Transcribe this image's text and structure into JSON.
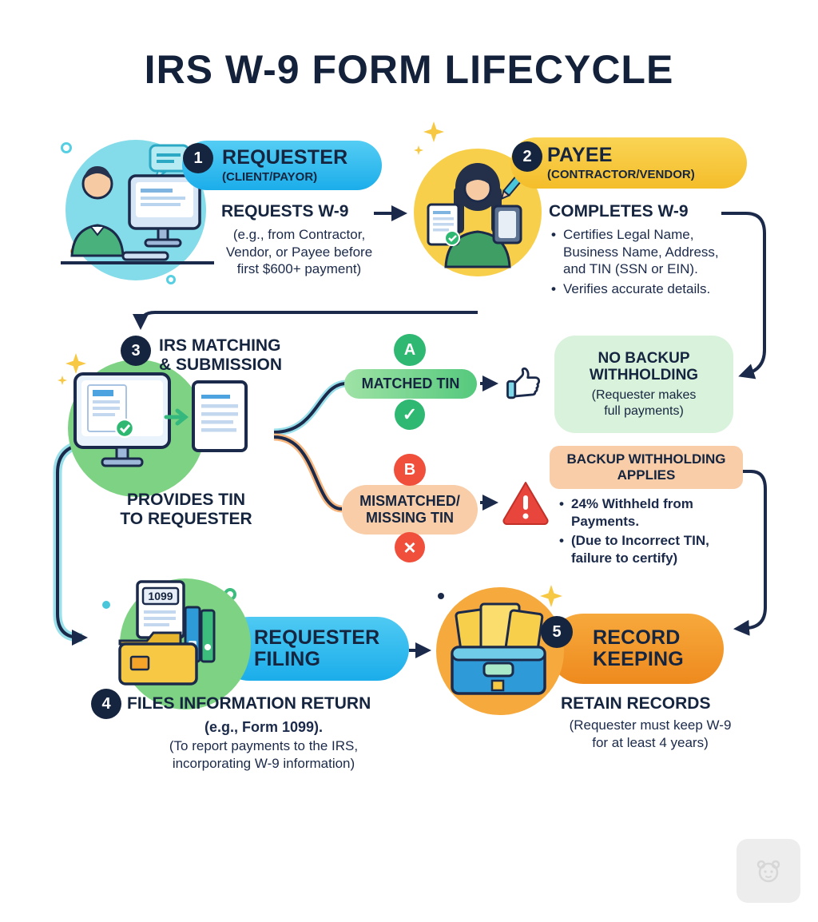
{
  "title": "IRS W-9 FORM LIFECYCLE",
  "step1": {
    "badge": "1",
    "label": "REQUESTER",
    "sublabel": "(CLIENT/PAYOR)",
    "action": "REQUESTS W-9",
    "details": [
      "(e.g., from Contractor,",
      "Vendor, or Payee before",
      "first $600+ payment)"
    ]
  },
  "step2": {
    "badge": "2",
    "label": "PAYEE",
    "sublabel": "(CONTRACTOR/VENDOR)",
    "action": "COMPLETES W-9",
    "bullets": [
      "Certifies Legal Name, Business Name, Address, and TIN (SSN or EIN).",
      "Verifies accurate details."
    ]
  },
  "step3": {
    "badge": "3",
    "title_lines": [
      "IRS MATCHING",
      "& SUBMISSION"
    ],
    "caption_lines": [
      "PROVIDES TIN",
      "TO REQUESTER"
    ]
  },
  "branch_a": {
    "badge": "A",
    "label": "MATCHED TIN",
    "check_glyph": "✓",
    "outcome_title_lines": [
      "NO BACKUP",
      "WITHHOLDING"
    ],
    "outcome_detail_lines": [
      "(Requester makes",
      "full payments)"
    ]
  },
  "branch_b": {
    "badge": "B",
    "label_lines": [
      "MISMATCHED/",
      "MISSING TIN"
    ],
    "x_glyph": "×",
    "warning_glyph": "!",
    "outcome_title_lines": [
      "BACKUP WITHHOLDING",
      "APPLIES"
    ],
    "bullets": [
      "24% Withheld from Payments.",
      "(Due to Incorrect TIN, failure to certify)"
    ]
  },
  "step4": {
    "badge": "4",
    "label_lines": [
      "REQUESTER",
      "FILING"
    ],
    "document_label": "1099",
    "action": "FILES INFORMATION RETURN",
    "details": [
      "(e.g., Form 1099).",
      "(To report payments to the IRS,",
      "incorporating W-9 information)"
    ]
  },
  "step5": {
    "badge": "5",
    "label_lines": [
      "RECORD",
      "KEEPING"
    ],
    "action": "RETAIN RECORDS",
    "details": [
      "(Requester must keep W-9",
      "for at least 4 years)"
    ]
  },
  "icons": {
    "thumbs_up": "thumbs-up-icon",
    "warning": "warning-triangle-icon",
    "check": "check-circle-icon",
    "cross": "x-circle-icon"
  },
  "colors": {
    "navy": "#16253f",
    "blue": "#29b7ef",
    "yellow": "#f8ca3e",
    "teal": "#7fd9e9",
    "green": "#7ed283",
    "green_dark": "#2eb872",
    "red": "#ef4f3b",
    "mint": "#d9f2dc",
    "peach": "#f8cda8",
    "orange": "#f49b2a"
  }
}
